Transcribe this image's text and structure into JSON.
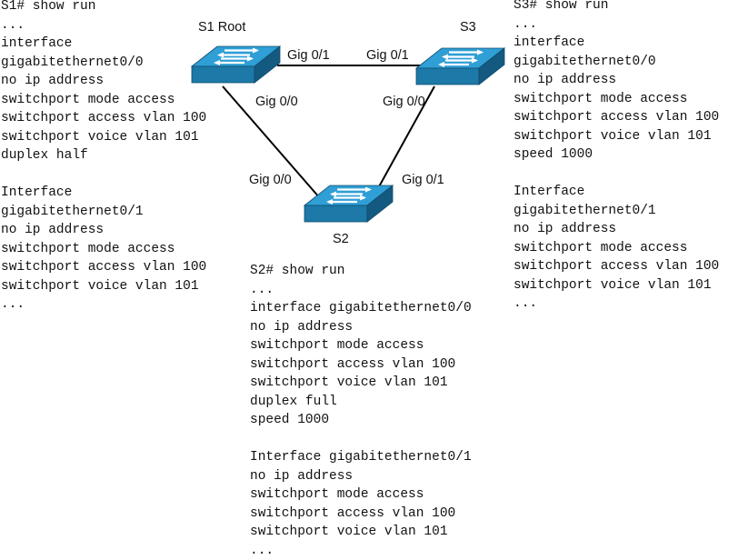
{
  "configs": {
    "s1": [
      "S1# show run",
      "...",
      "interface",
      "gigabitethernet0/0",
      "no ip address",
      "switchport mode access",
      "switchport access vlan 100",
      "switchport voice vlan 101",
      "duplex half",
      "",
      "Interface",
      "gigabitethernet0/1",
      "no ip address",
      "switchport mode access",
      "switchport access vlan 100",
      "switchport voice vlan 101",
      "..."
    ],
    "s3": [
      "S3# show run",
      "...",
      "interface",
      "gigabitethernet0/0",
      "no ip address",
      "switchport mode access",
      "switchport access vlan 100",
      "switchport voice vlan 101",
      "speed 1000",
      "",
      "Interface",
      "gigabitethernet0/1",
      "no ip address",
      "switchport mode access",
      "switchport access vlan 100",
      "switchport voice vlan 101",
      "..."
    ],
    "s2": [
      "S2# show run",
      "...",
      "interface gigabitethernet0/0",
      "no ip address",
      "switchport mode access",
      "switchport access vlan 100",
      "switchport voice vlan 101",
      "duplex full",
      "speed 1000",
      "",
      "Interface gigabitethernet0/1",
      "no ip address",
      "switchport mode access",
      "switchport access vlan 100",
      "switchport voice vlan 101",
      "..."
    ]
  },
  "switches": {
    "s1": "S1 Root",
    "s2": "S2",
    "s3": "S3"
  },
  "ports": {
    "s1_gig01": "Gig 0/1",
    "s3_gig01": "Gig 0/1",
    "s1_gig00": "Gig 0/0",
    "s3_gig00": "Gig 0/0",
    "s2_gig00": "Gig 0/0",
    "s2_gig01": "Gig 0/1"
  },
  "colors": {
    "switch_top": "#2f9fd6",
    "switch_front": "#1a6f9c",
    "switch_side": "#145a80",
    "arrows": "#ffffff",
    "link": "#000000"
  },
  "icons": [
    "switch-icon"
  ]
}
